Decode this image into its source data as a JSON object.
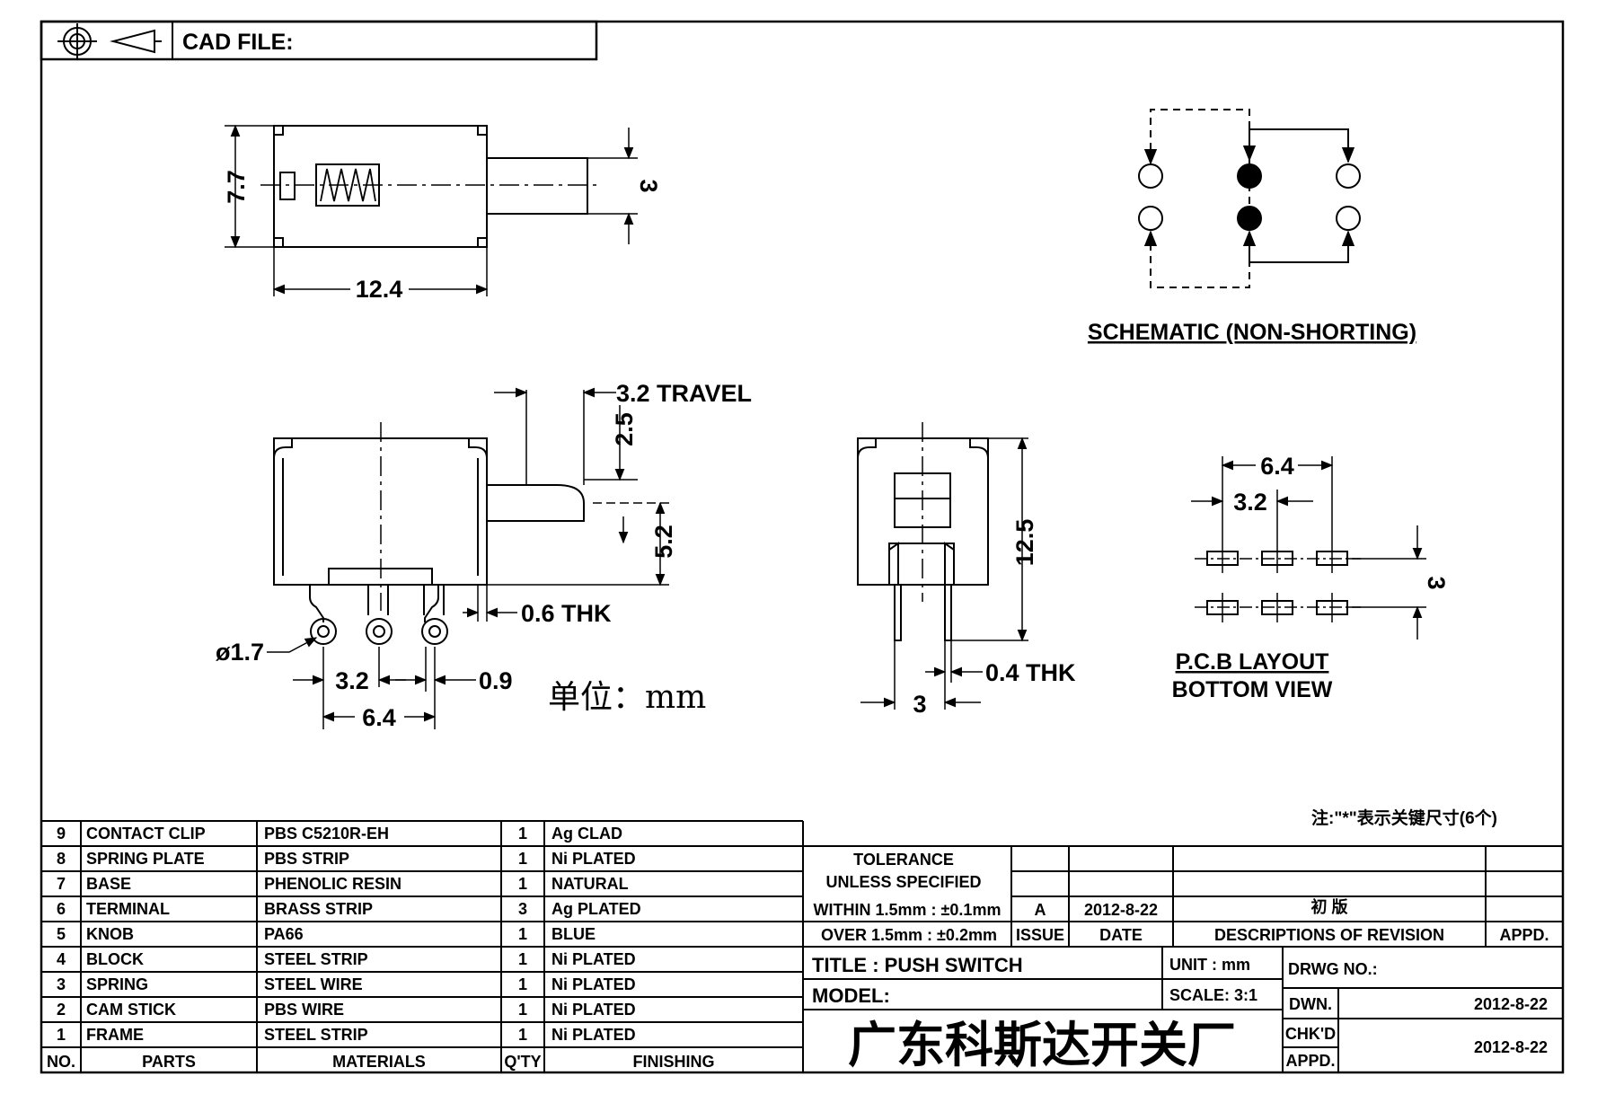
{
  "header": {
    "cad_file_label": "CAD FILE:"
  },
  "top_view": {
    "height_dim": "7.7",
    "length_dim": "12.4",
    "knob_dim": "3"
  },
  "schematic": {
    "caption": "SCHEMATIC (NON-SHORTING)"
  },
  "side_view": {
    "travel": "3.2 TRAVEL",
    "dim_2_5": "2.5",
    "dim_5_2": "5.2",
    "thk": "0.6 THK",
    "pin_dia": "ø1.7",
    "pitch": "3.2",
    "pin_w": "0.9",
    "span": "6.4",
    "unit": "单位：mm"
  },
  "end_view": {
    "height": "12.5",
    "thk": "0.4 THK",
    "width": "3"
  },
  "pcb": {
    "span": "6.4",
    "pitch": "3.2",
    "row": "3",
    "caption1": "P.C.B LAYOUT",
    "caption2": "BOTTOM VIEW"
  },
  "note": "注:\"*\"表示关键尺寸(6个)",
  "bom": {
    "headers": [
      "NO.",
      "PARTS",
      "MATERIALS",
      "Q'TY",
      "FINISHING"
    ],
    "rows": [
      [
        "9",
        "CONTACT CLIP",
        "PBS C5210R-EH",
        "1",
        "Ag CLAD"
      ],
      [
        "8",
        "SPRING PLATE",
        "PBS STRIP",
        "1",
        "Ni PLATED"
      ],
      [
        "7",
        "BASE",
        "PHENOLIC RESIN",
        "1",
        "NATURAL"
      ],
      [
        "6",
        "TERMINAL",
        "BRASS STRIP",
        "3",
        "Ag PLATED"
      ],
      [
        "5",
        "KNOB",
        "PA66",
        "1",
        "BLUE"
      ],
      [
        "4",
        "BLOCK",
        "STEEL STRIP",
        "1",
        "Ni PLATED"
      ],
      [
        "3",
        "SPRING",
        "STEEL WIRE",
        "1",
        "Ni PLATED"
      ],
      [
        "2",
        "CAM STICK",
        "PBS WIRE",
        "1",
        "Ni PLATED"
      ],
      [
        "1",
        "FRAME",
        "STEEL STRIP",
        "1",
        "Ni PLATED"
      ]
    ]
  },
  "title_block": {
    "tolerance": "TOLERANCE",
    "unless": "UNLESS  SPECIFIED",
    "within": "WITHIN 1.5mm : ±0.1mm",
    "over": "OVER 1.5mm : ±0.2mm",
    "issue_val": "A",
    "date_val": "2012-8-22",
    "desc_val": "初 版",
    "issue_label": "ISSUE",
    "date_label": "DATE",
    "desc_label": "DESCRIPTIONS OF REVISION",
    "appd_label": "APPD.",
    "title": "TITLE : PUSH SWITCH",
    "unit": "UNIT :   mm",
    "drwg_no": "DRWG NO.:",
    "model": "MODEL:",
    "scale": "SCALE:  3:1",
    "dwn": "DWN.",
    "dwn_date": "2012-8-22",
    "chkd": "CHK'D",
    "appd2": "APPD.",
    "chk_date": "2012-8-22",
    "company": "广东科斯达开关厂"
  }
}
